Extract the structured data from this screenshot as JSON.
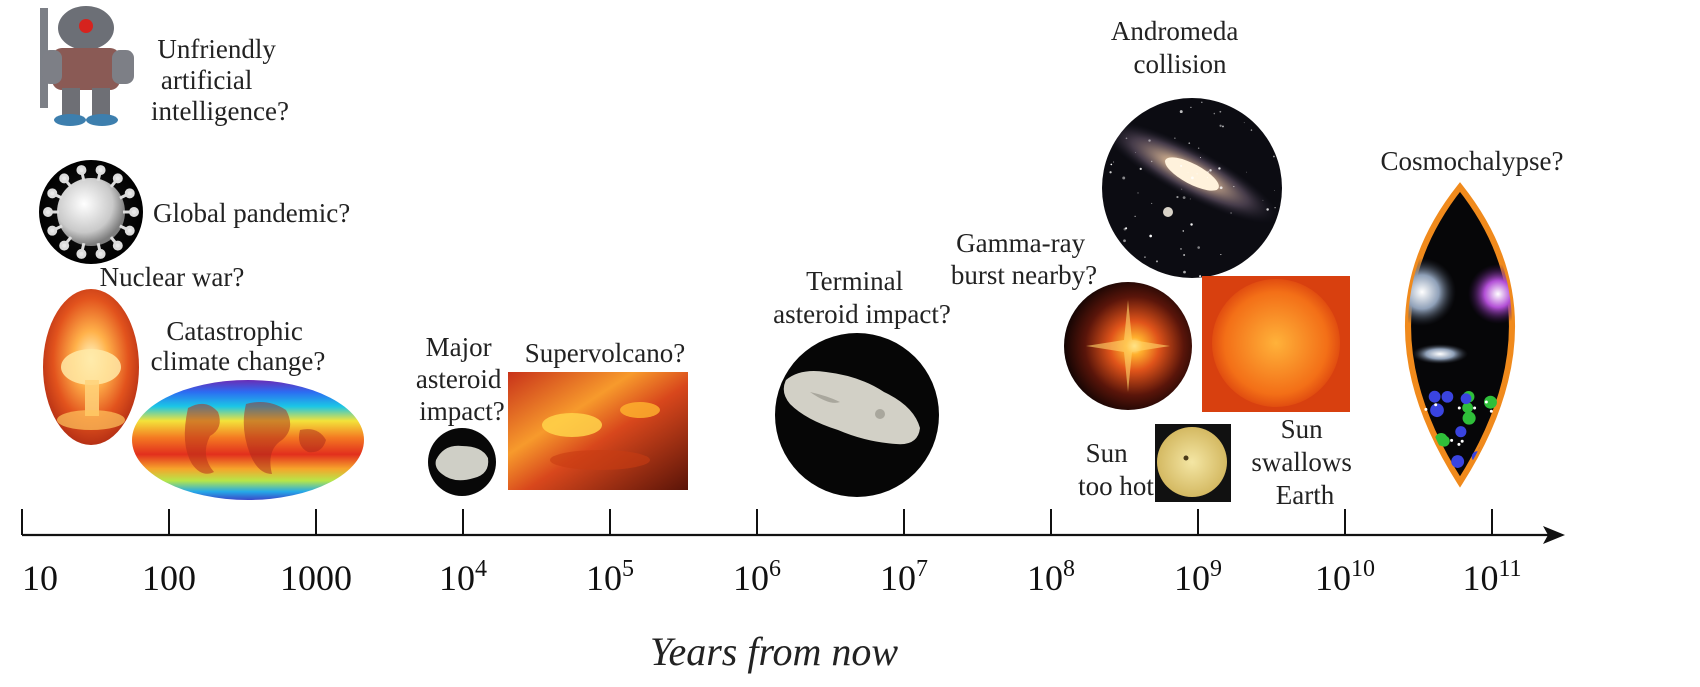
{
  "axis": {
    "title": "Years from now",
    "ticks": [
      {
        "base": "10",
        "exp": ""
      },
      {
        "base": "100",
        "exp": ""
      },
      {
        "base": "1000",
        "exp": ""
      },
      {
        "base": "10",
        "exp": "4"
      },
      {
        "base": "10",
        "exp": "5"
      },
      {
        "base": "10",
        "exp": "6"
      },
      {
        "base": "10",
        "exp": "7"
      },
      {
        "base": "10",
        "exp": "8"
      },
      {
        "base": "10",
        "exp": "9"
      },
      {
        "base": "10",
        "exp": "10"
      },
      {
        "base": "10",
        "exp": "11"
      }
    ]
  },
  "events": {
    "ai": [
      "Unfriendly",
      "artificial",
      "intelligence?"
    ],
    "pandemic": [
      "Global pandemic?"
    ],
    "nuclear": [
      "Nuclear war?"
    ],
    "climate": [
      "Catastrophic",
      "climate change?"
    ],
    "asteroid_major": [
      "Major",
      "asteroid",
      "impact?"
    ],
    "supervolcano": [
      "Supervolcano?"
    ],
    "asteroid_terminal": [
      "Terminal",
      "asteroid impact?"
    ],
    "andromeda": [
      "Andromeda",
      "collision"
    ],
    "gamma": [
      "Gamma-ray",
      "burst nearby?"
    ],
    "sun_hot": [
      "Sun",
      "too hot"
    ],
    "sun_swallow": [
      "Sun",
      "swallows",
      "Earth"
    ],
    "cosmo": [
      "Cosmochalypse?"
    ]
  },
  "icons": {
    "ai": "robot-icon",
    "pandemic": "virus-icon",
    "nuclear": "mushroom-cloud-icon",
    "climate": "world-map-icon",
    "asteroid_major": "small-asteroid-icon",
    "supervolcano": "lava-icon",
    "asteroid_terminal": "large-asteroid-icon",
    "andromeda": "galaxy-icon",
    "gamma": "gamma-burst-icon",
    "sun_hot": "pale-sun-icon",
    "sun_swallow": "red-giant-sun-icon",
    "cosmo": "galaxies-particles-icon"
  }
}
